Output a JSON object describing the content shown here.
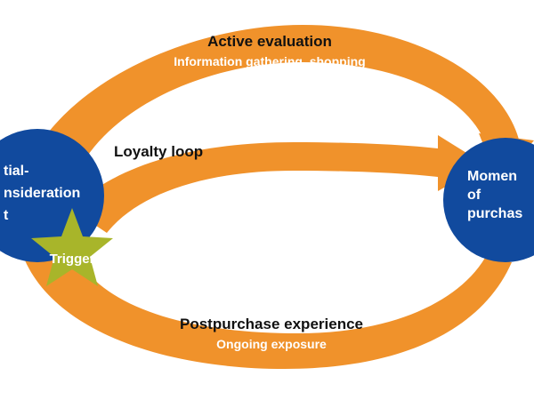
{
  "colors": {
    "arrow": "#f0922b",
    "circle": "#114a9e",
    "trigger": "#a8b52a",
    "title_text": "#111111",
    "subtitle_text": "#ffffff"
  },
  "active_evaluation": {
    "title": "Active evaluation",
    "subtitle": "Information gathering, shopping"
  },
  "loyalty_loop": {
    "title": "Loyalty loop"
  },
  "postpurchase": {
    "title": "Postpurchase experience",
    "subtitle": "Ongoing exposure"
  },
  "left_circle": {
    "lines": [
      "tial-",
      "nsideration",
      "t"
    ]
  },
  "right_circle": {
    "lines": [
      "Momen",
      "of",
      "purchas"
    ]
  },
  "trigger": {
    "label": "Trigger"
  }
}
